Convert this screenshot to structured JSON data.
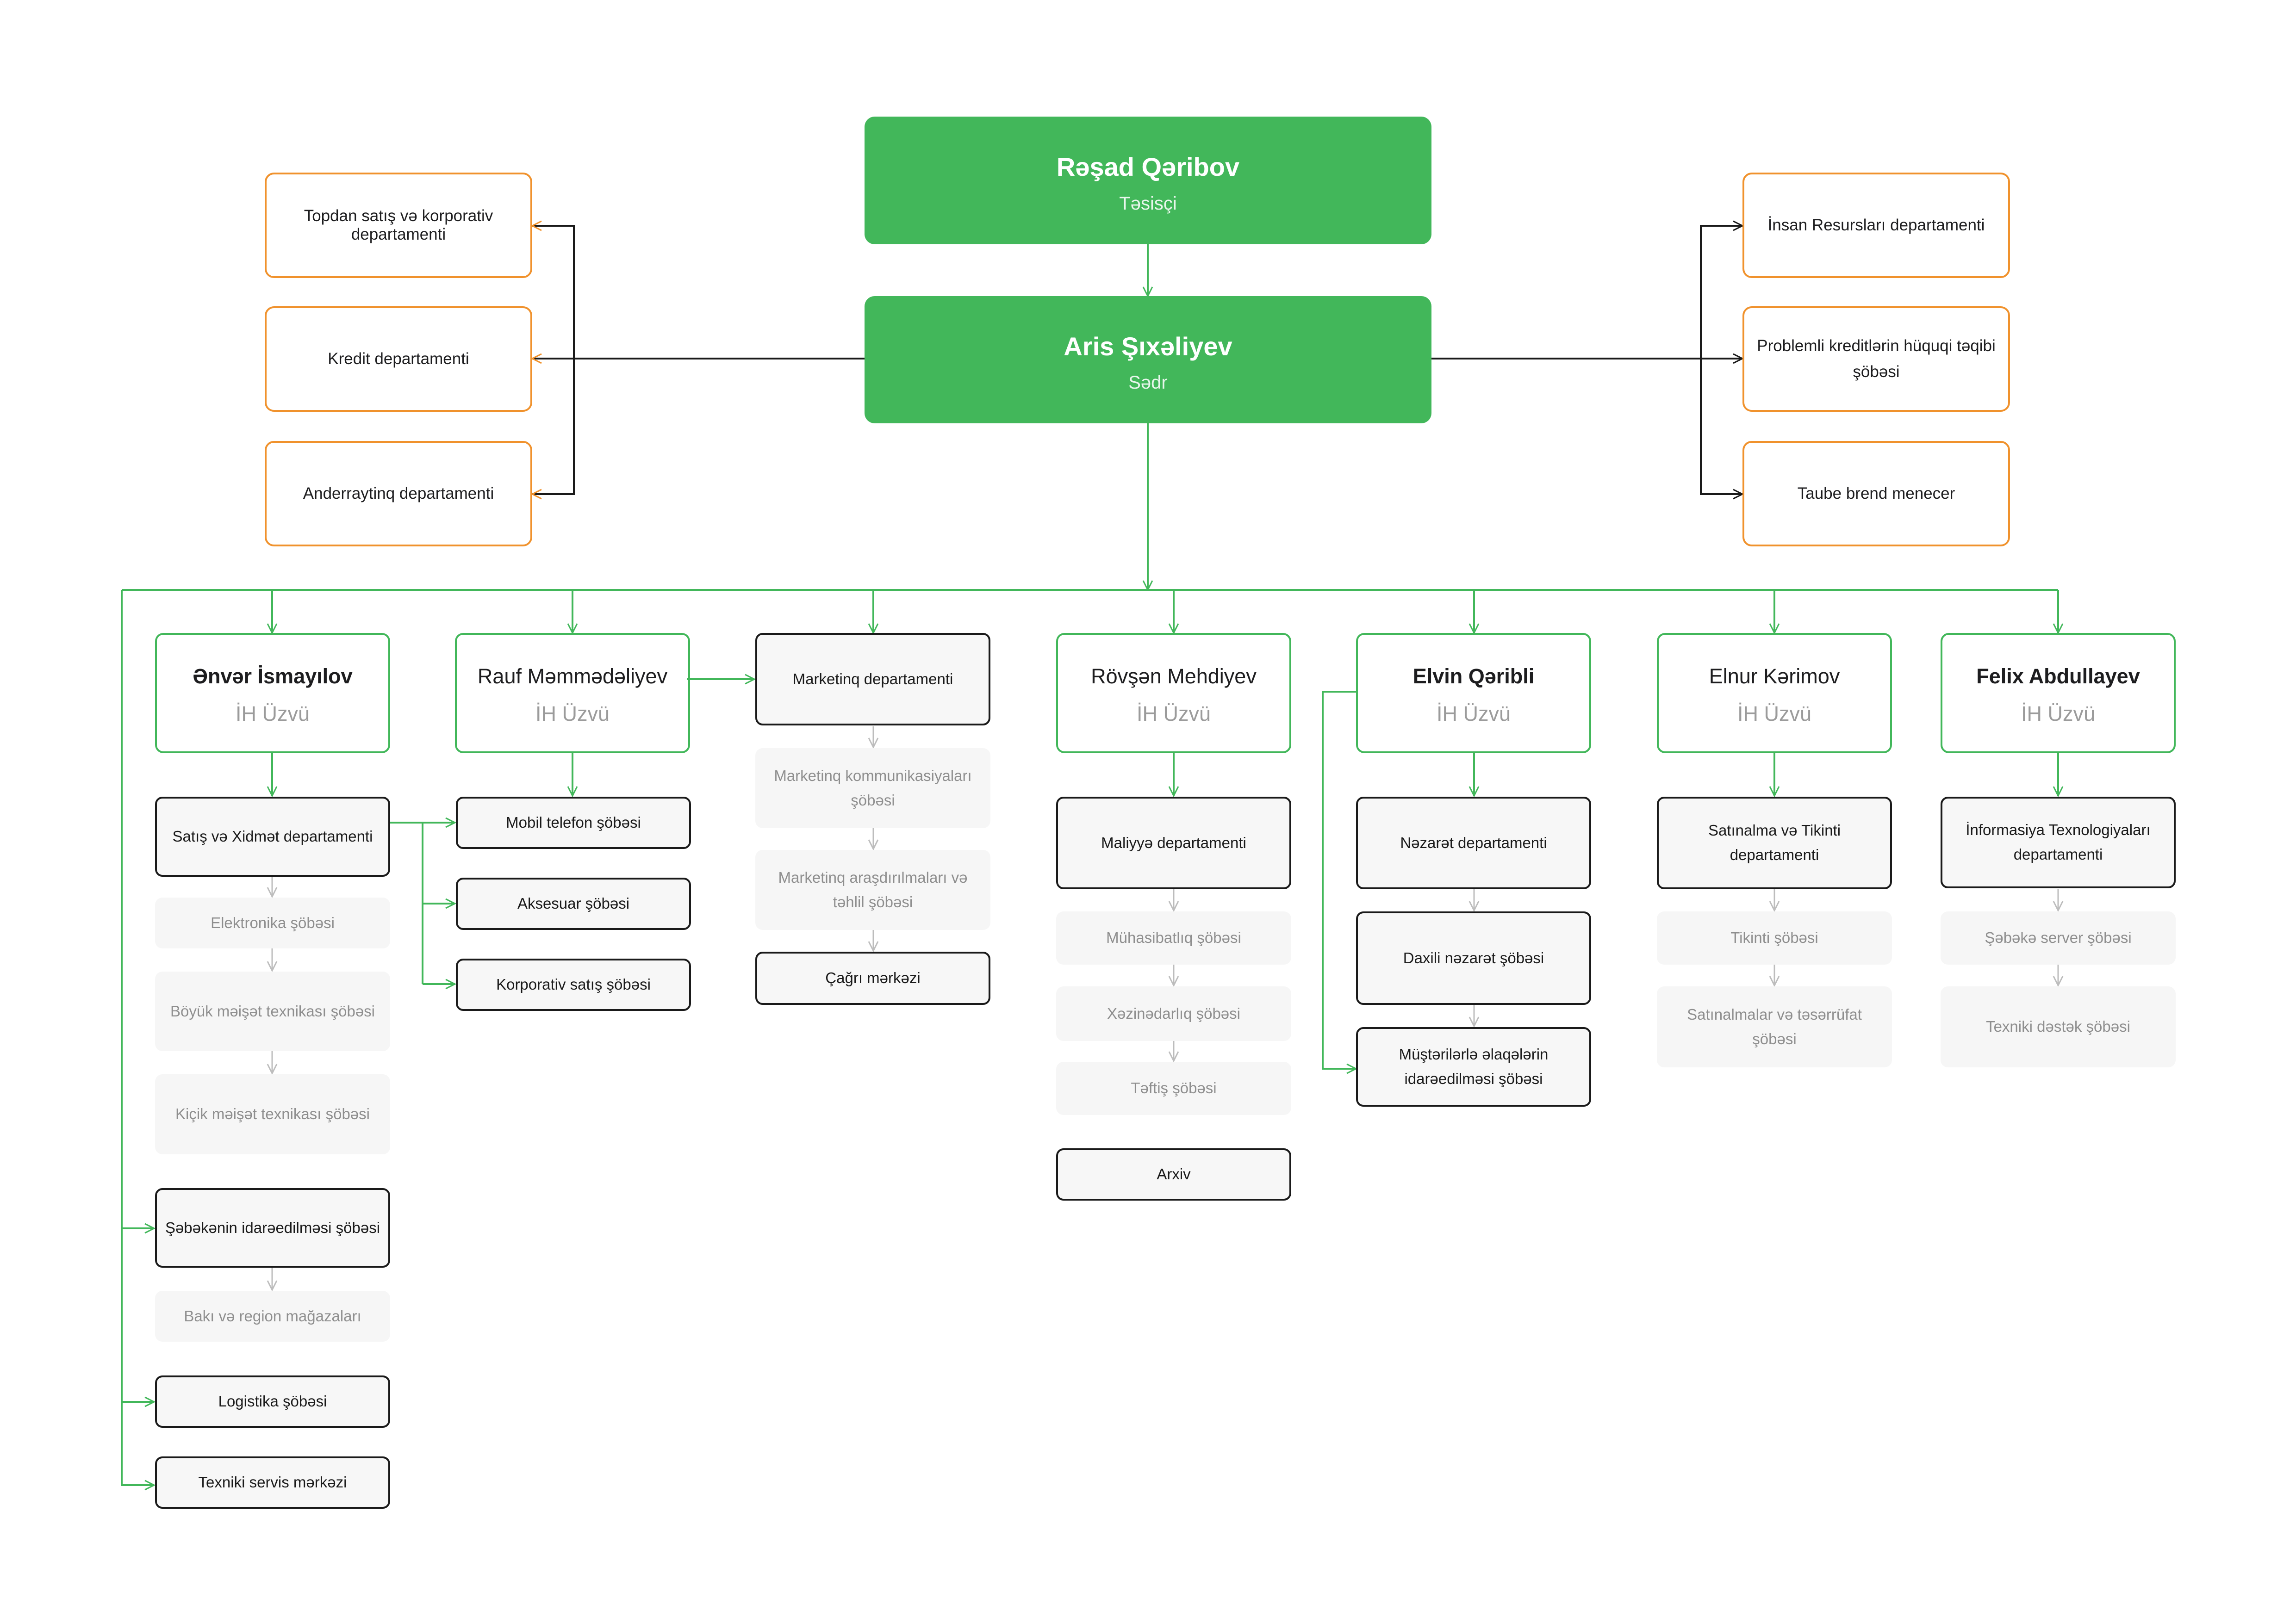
{
  "founder": {
    "name": "Rəşad Qəribov",
    "title": "Təsisçi"
  },
  "chairman": {
    "name": "Aris Şıxəliyev",
    "title": "Sədr"
  },
  "left_departments": [
    "Topdan satış və korporativ departamenti",
    "Kredit departamenti",
    "Anderraytinq departamenti"
  ],
  "right_departments": [
    "İnsan Resursları departamenti",
    "Problemli kreditlərin hüquqi təqibi şöbəsi",
    "Taube brend menecer"
  ],
  "members": [
    {
      "name": "Ənvər İsmayılov",
      "role": "İH Üzvü"
    },
    {
      "name": "Rauf Məmmədəliyev",
      "role": "İH Üzvü"
    },
    {
      "name": "Rövşən Mehdiyev",
      "role": "İH Üzvü"
    },
    {
      "name": "Elvin Qəribli",
      "role": "İH Üzvü"
    },
    {
      "name": "Elnur Kərimov",
      "role": "İH Üzvü"
    },
    {
      "name": "Felix Abdullayev",
      "role": "İH Üzvü"
    }
  ],
  "col1": {
    "satis": "Satış və Xidmət departamenti",
    "elektronika": "Elektronika şöbəsi",
    "boyuk": "Böyük məişət texnikası şöbəsi",
    "kicik": "Kiçik məişət texnikası şöbəsi",
    "sebeke": "Şəbəkənin idarəedilməsi şöbəsi",
    "baki": "Bakı və region mağazaları",
    "logistika": "Logistika şöbəsi",
    "texniki": "Texniki servis mərkəzi"
  },
  "col2": {
    "mobil": "Mobil telefon şöbəsi",
    "aksesuar": "Aksesuar şöbəsi",
    "korporativ": "Korporativ satış şöbəsi"
  },
  "col3": {
    "marketing": "Marketinq departamenti",
    "kommunikasiya": "Marketinq kommunikasiyaları şöbəsi",
    "arasdirma": "Marketinq araşdırılmaları və təhlil şöbəsi",
    "cagri": "Çağrı mərkəzi"
  },
  "col4": {
    "maliyye": "Maliyyə departamenti",
    "muhasibat": "Mühasibatlıq şöbəsi",
    "xezinedarliq": "Xəzinədarlıq şöbəsi",
    "teftis": "Təftiş şöbəsi",
    "arxiv": "Arxiv"
  },
  "col5": {
    "nezaret": "Nəzarət departamenti",
    "daxili": "Daxili nəzarət şöbəsi",
    "musteri": "Müştərilərlə əlaqələrin idarəedilməsi şöbəsi"
  },
  "col6": {
    "satinalma": "Satınalma və Tikinti departamenti",
    "tikinti": "Tikinti şöbəsi",
    "teserrufat": "Satınalmalar və təsərrüfat şöbəsi"
  },
  "col7": {
    "it": "İnformasiya Texnologiyaları departamenti",
    "server": "Şəbəkə server şöbəsi",
    "destek": "Texniki  dəstək şöbəsi"
  },
  "colors": {
    "green": "#42b75a",
    "orange": "#f0922d",
    "dark": "#1a1a1a",
    "muted": "#8e8e8e",
    "connector": "#bdbdbd"
  }
}
